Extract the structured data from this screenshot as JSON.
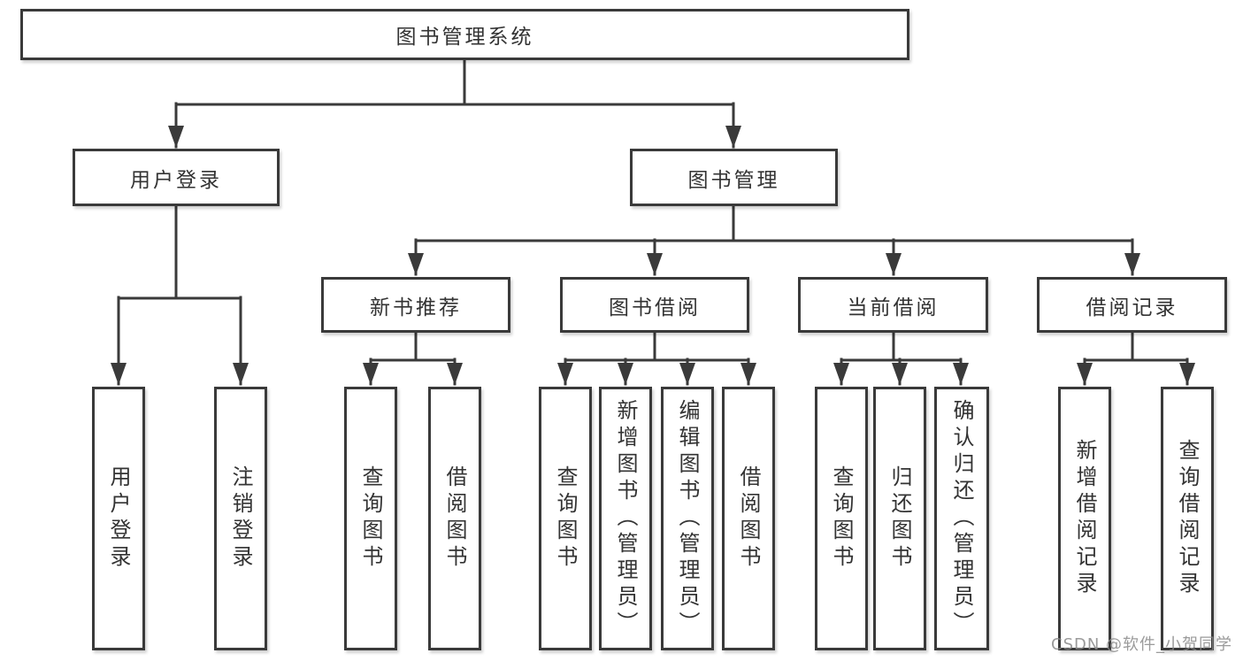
{
  "diagram": {
    "root": {
      "label": "图书管理系统"
    },
    "level2": [
      {
        "label": "用户登录"
      },
      {
        "label": "图书管理"
      }
    ],
    "level3": [
      {
        "label": "新书推荐"
      },
      {
        "label": "图书借阅"
      },
      {
        "label": "当前借阅"
      },
      {
        "label": "借阅记录"
      }
    ],
    "leaves": [
      {
        "label": "用户登录"
      },
      {
        "label": "注销登录"
      },
      {
        "label": "查询图书"
      },
      {
        "label": "借阅图书"
      },
      {
        "label": "查询图书"
      },
      {
        "label": "新增图书（管理员）"
      },
      {
        "label": "编辑图书（管理员）"
      },
      {
        "label": "借阅图书"
      },
      {
        "label": "查询图书"
      },
      {
        "label": "归还图书"
      },
      {
        "label": "确认归还（管理员）"
      },
      {
        "label": "新增借阅记录"
      },
      {
        "label": "查询借阅记录"
      }
    ]
  },
  "watermark": {
    "text": "CSDN @软件_小贺同学"
  },
  "colors": {
    "line": "#3a3a3a",
    "text": "#333333",
    "background": "#ffffff",
    "watermark": "#8a8a8a"
  }
}
